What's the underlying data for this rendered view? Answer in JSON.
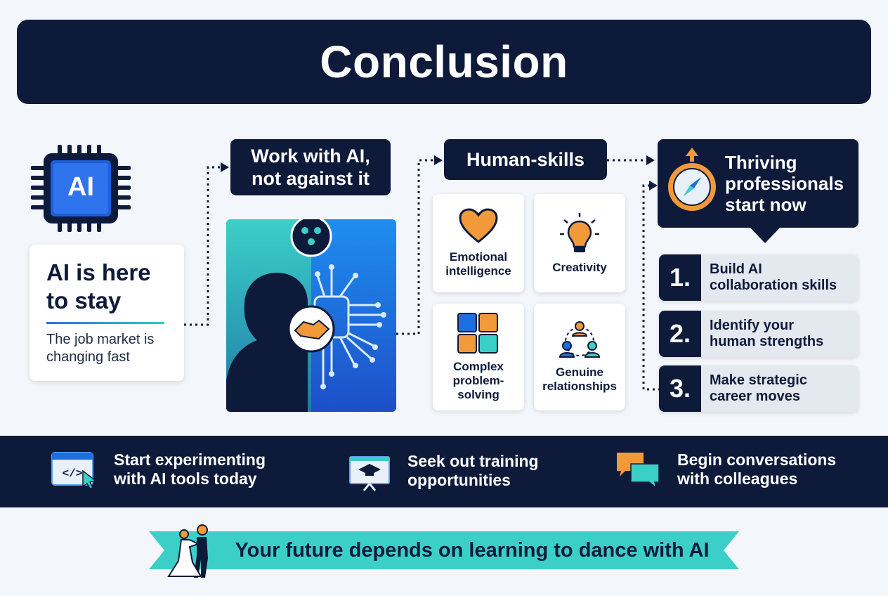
{
  "title": "Conclusion",
  "chip_label": "AI",
  "stay": {
    "heading": "AI is here to stay",
    "subtext": "The job market is changing fast"
  },
  "work_tag": {
    "line1": "Work with AI,",
    "line2": "not against it"
  },
  "human_tag": "Human-skills",
  "skills": [
    {
      "label1": "Emotional",
      "label2": "intelligence",
      "icon": "heart-icon"
    },
    {
      "label1": "Creativity",
      "label2": "",
      "icon": "lightbulb-icon"
    },
    {
      "label1": "Complex",
      "label2": "problem-",
      "label3": "solving",
      "icon": "puzzle-icon"
    },
    {
      "label1": "Genuine",
      "label2": "relationships",
      "icon": "people-network-icon"
    }
  ],
  "thrive_tag": {
    "line1": "Thriving",
    "line2": "professionals",
    "line3": "start now"
  },
  "steps": [
    {
      "num": "1.",
      "line1": "Build AI",
      "line2": "collaboration skills"
    },
    {
      "num": "2.",
      "line1": "Identify your",
      "line2": "human strengths"
    },
    {
      "num": "3.",
      "line1": "Make strategic",
      "line2": "career moves"
    }
  ],
  "actions": [
    {
      "line1": "Start experimenting",
      "line2": "with AI tools today",
      "icon": "code-window-icon"
    },
    {
      "line1": "Seek out training",
      "line2": "opportunities",
      "icon": "training-board-icon"
    },
    {
      "line1": "Begin conversations",
      "line2": "with colleagues",
      "icon": "chat-bubbles-icon"
    }
  ],
  "banner": "Your future depends on learning to dance with AI",
  "colors": {
    "navy": "#0e1a3a",
    "teal": "#3ccfc8",
    "blue": "#2f6fe0",
    "orange": "#f29a3a"
  }
}
